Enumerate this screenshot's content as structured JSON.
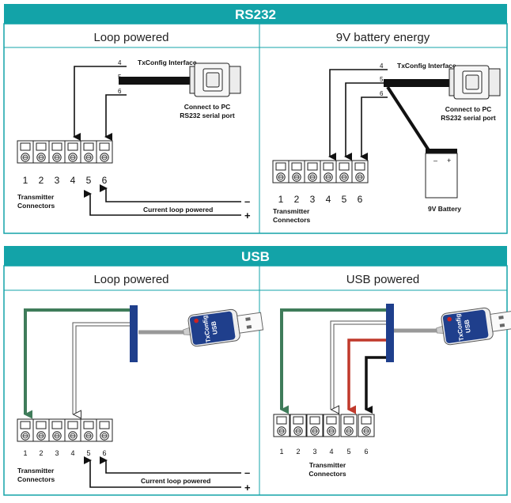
{
  "rs232": {
    "title": "RS232",
    "left": {
      "heading": "Loop powered",
      "interface": "TxConfig Interface",
      "connect": [
        "Connect to PC",
        "RS232 serial port"
      ],
      "wires": [
        "4",
        "5",
        "6"
      ],
      "pins": [
        "1",
        "2",
        "3",
        "4",
        "5",
        "6"
      ],
      "connectors": [
        "Transmitter",
        "Connectors"
      ],
      "loop": "Current loop powered",
      "minus": "–",
      "plus": "+"
    },
    "right": {
      "heading": "9V battery energy",
      "interface": "TxConfig Interface",
      "connect": [
        "Connect to PC",
        "RS232 serial port"
      ],
      "wires": [
        "4",
        "5",
        "6"
      ],
      "pins": [
        "1",
        "2",
        "3",
        "4",
        "5",
        "6"
      ],
      "connectors": [
        "Transmitter",
        "Connectors"
      ],
      "battery": "9V Battery",
      "bminus": "–",
      "bplus": "+"
    }
  },
  "usb": {
    "title": "USB",
    "left": {
      "heading": "Loop powered",
      "dongle": [
        "TxConfig",
        "USB"
      ],
      "pins": [
        "1",
        "2",
        "3",
        "4",
        "5",
        "6"
      ],
      "connectors": [
        "Transmitter",
        "Connectors"
      ],
      "loop": "Current loop powered",
      "minus": "–",
      "plus": "+"
    },
    "right": {
      "heading": "USB powered",
      "dongle": [
        "TxConfig",
        "USB"
      ],
      "pins": [
        "1",
        "2",
        "3",
        "4",
        "5",
        "6"
      ],
      "connectors": [
        "Transmitter",
        "Connectors"
      ]
    }
  },
  "colors": {
    "accent": "#13a3a8",
    "green_wire": "#3f7c5a",
    "red_wire": "#c0392b",
    "usb_blue": "#1f3f8c"
  }
}
